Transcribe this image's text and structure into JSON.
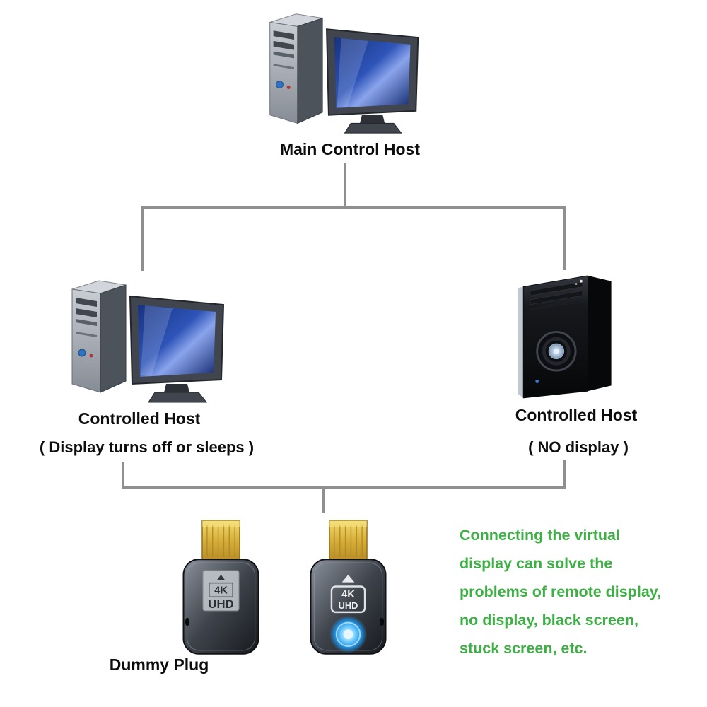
{
  "colors": {
    "note_green": "#3CB043",
    "line_gray": "#8f8f8f",
    "label_black": "#0d0d0d",
    "plug_gold": "#d7ae38",
    "led_blue": "#1e8fe0",
    "screen_blue": "#2e54b8"
  },
  "nodes": {
    "main_host": {
      "label": "Main Control Host"
    },
    "left_host": {
      "label": "Controlled Host",
      "sublabel": "( Display turns off or sleeps )"
    },
    "right_host": {
      "label": "Controlled Host",
      "sublabel": "( NO display )"
    }
  },
  "plugs": {
    "label": "Dummy Plug",
    "badge_top": "4K",
    "badge_bottom": "UHD"
  },
  "note": {
    "lines": [
      "Connecting the virtual",
      "display can solve the",
      "problems of remote display,",
      "no display, black screen,",
      "stuck screen, etc."
    ]
  }
}
